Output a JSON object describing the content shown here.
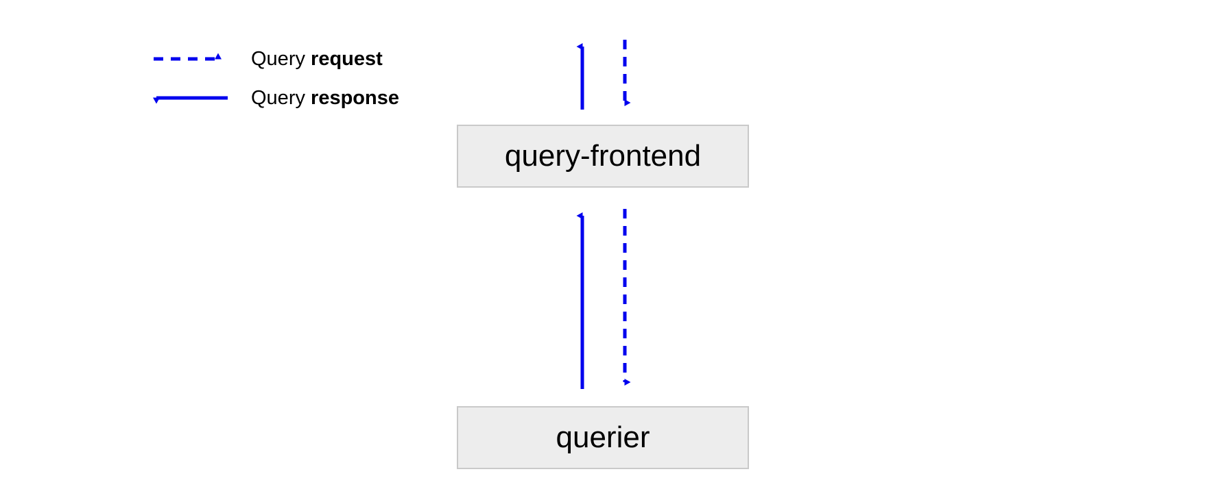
{
  "diagram": {
    "type": "flow-sequence",
    "background_color": "#ffffff",
    "accent_color": "#0000ee",
    "node_fill": "#ededed",
    "node_border": "#c9c9c9",
    "text_color": "#000000",
    "legend": {
      "items": [
        {
          "id": "query-request",
          "style": "dashed",
          "direction": "right",
          "color": "#0000ee",
          "label_normal": "Query ",
          "label_bold": "request"
        },
        {
          "id": "query-response",
          "style": "solid",
          "direction": "left",
          "color": "#0000ee",
          "label_normal": "Query ",
          "label_bold": "response"
        }
      ]
    },
    "nodes": [
      {
        "id": "query-frontend",
        "label": "query-frontend"
      },
      {
        "id": "querier",
        "label": "querier"
      }
    ],
    "edges": [
      {
        "id": "external-to-frontend-request",
        "style": "dashed",
        "direction": "down",
        "color": "#0000ee"
      },
      {
        "id": "frontend-to-external-response",
        "style": "solid",
        "direction": "up",
        "color": "#0000ee"
      },
      {
        "id": "frontend-to-querier-request",
        "style": "dashed",
        "direction": "down",
        "color": "#0000ee"
      },
      {
        "id": "querier-to-frontend-response",
        "style": "solid",
        "direction": "up",
        "color": "#0000ee"
      }
    ]
  }
}
